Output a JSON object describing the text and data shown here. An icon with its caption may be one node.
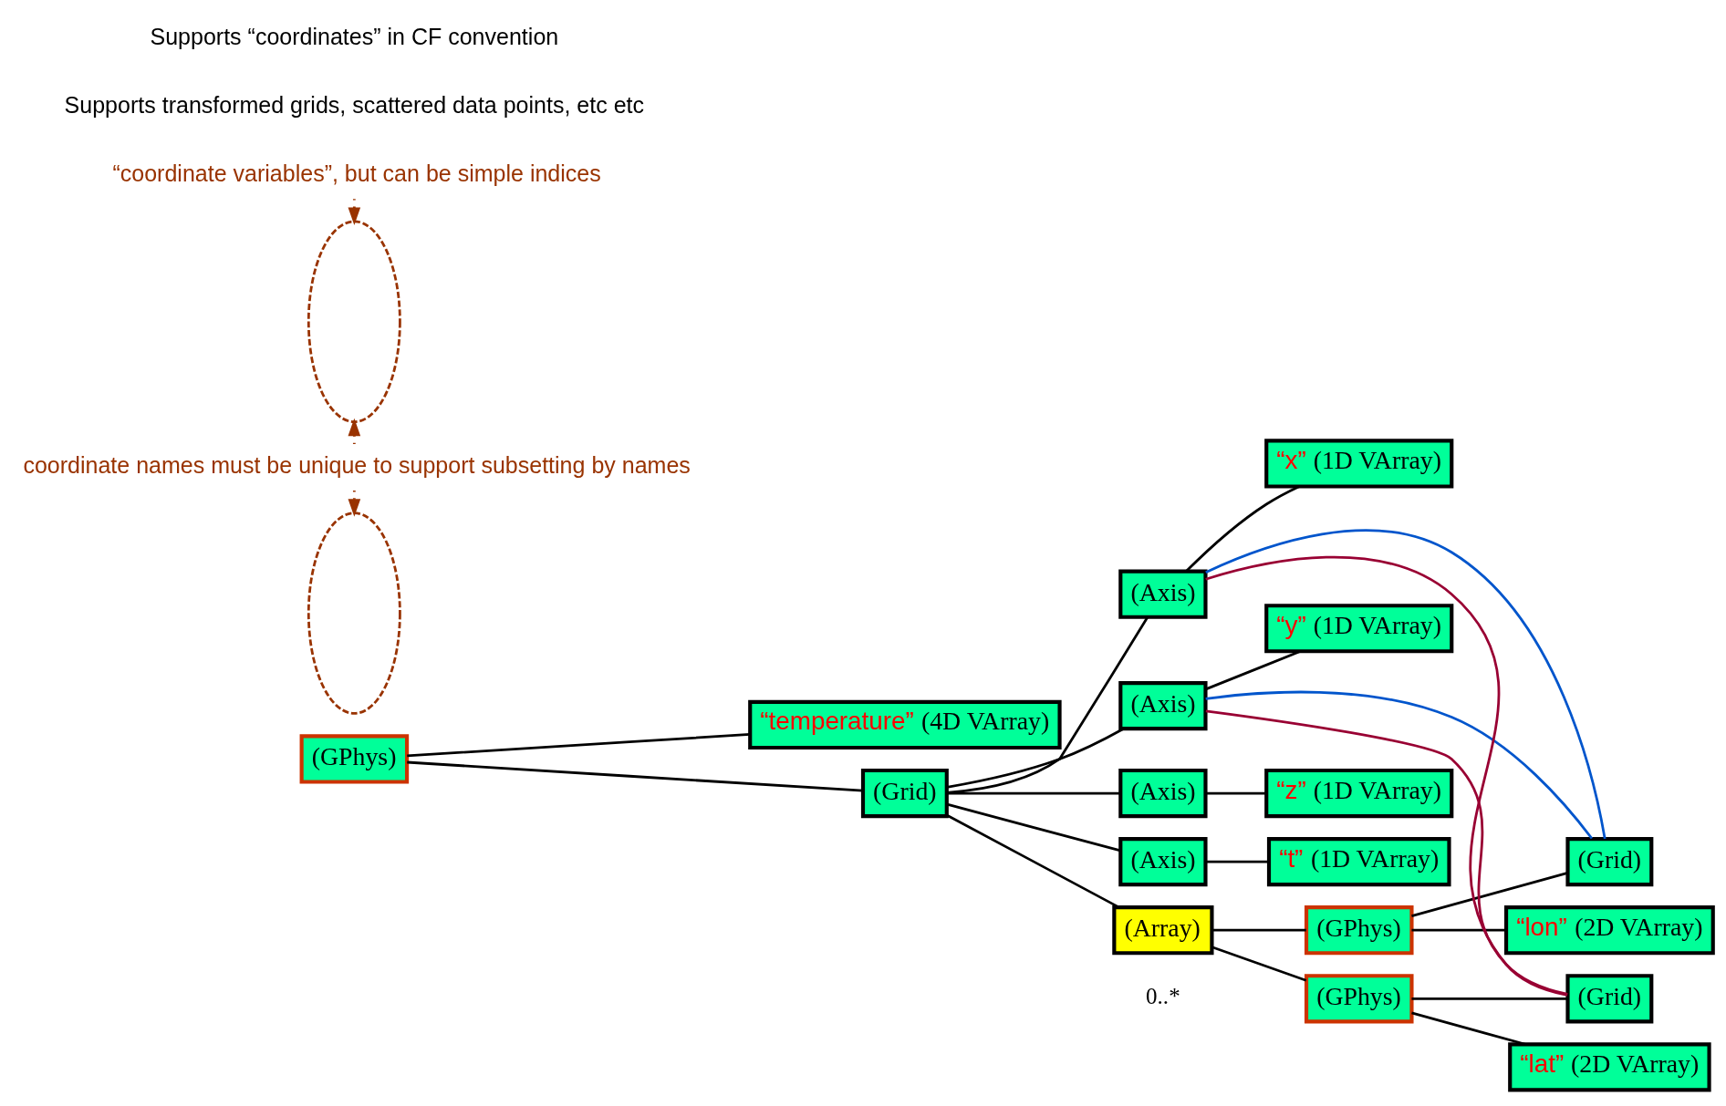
{
  "diagram": {
    "nodes": [
      {
        "text": [
          "(GPhys)"
        ]
      },
      {
        "text": [
          "“temperature” (4D VArray)"
        ]
      },
      {
        "text": [
          "(Grid)"
        ]
      },
      {
        "text": [
          "(Axis)"
        ]
      },
      {
        "text": [
          "“x” (1D VArray)"
        ]
      },
      {
        "text": [
          "(Axis)"
        ]
      },
      {
        "text": [
          "“y” (1D VArray)"
        ]
      },
      {
        "text": [
          "(Axis)"
        ]
      },
      {
        "text": [
          "“z” (1D VArray)"
        ]
      },
      {
        "text": [
          "(Axis)"
        ]
      },
      {
        "text": [
          "“t” (1D VArray)"
        ]
      },
      {
        "text": [
          "(Array)"
        ],
        "beside": [
          "0..*"
        ]
      },
      {
        "text": [
          "(GPhys)"
        ]
      },
      {
        "text": [
          "“lon” (2D VArray)"
        ]
      },
      {
        "text": [
          "(Grid)"
        ]
      },
      {
        "text": [
          "(GPhys)"
        ]
      },
      {
        "text": [
          "“lat” (2D VArray)"
        ]
      },
      {
        "text": [
          "(Grid)"
        ]
      },
      {
        "text": [
          "“coordinate variables”, but can be simple indices"
        ]
      },
      {
        "text": [],
        "shape": "ellipse"
      },
      {
        "text": [
          "coordinate names must be unique to support subsetting by names"
        ]
      },
      {
        "text": [],
        "shape": "ellipse"
      }
    ],
    "edges": [
      {
        "from": 0,
        "to": 1,
        "arrow": "none"
      },
      {
        "from": 0,
        "to": 2,
        "arrow": "none"
      },
      {
        "from": 2,
        "to": 3,
        "arrow": "none"
      },
      {
        "from": 2,
        "to": 5,
        "arrow": "none"
      },
      {
        "from": 2,
        "to": 7,
        "arrow": "none"
      },
      {
        "from": 2,
        "to": 9,
        "arrow": "none"
      },
      {
        "from": 2,
        "to": 11,
        "arrow": "none"
      },
      {
        "from": 3,
        "to": 4,
        "arrow": "none"
      },
      {
        "from": 5,
        "to": 6,
        "arrow": "none"
      },
      {
        "from": 7,
        "to": 8,
        "arrow": "none"
      },
      {
        "from": 9,
        "to": 10,
        "arrow": "none"
      },
      {
        "from": 11,
        "to": 12,
        "arrow": "none"
      },
      {
        "from": 11,
        "to": 15,
        "arrow": "none"
      },
      {
        "from": 12,
        "to": 13,
        "arrow": "none"
      },
      {
        "from": 12,
        "to": 14,
        "arrow": "none"
      },
      {
        "from": 15,
        "to": 16,
        "arrow": "none"
      },
      {
        "from": 15,
        "to": 17,
        "arrow": "none"
      },
      {
        "from": 14,
        "to": 3,
        "arrow": "none",
        "color": "#0055cc"
      },
      {
        "from": 14,
        "to": 5,
        "arrow": "none",
        "color": "#0055cc"
      },
      {
        "from": 17,
        "to": 3,
        "arrow": "none",
        "color": "#990033"
      },
      {
        "from": 17,
        "to": 5,
        "arrow": "none",
        "color": "#990033"
      },
      {
        "from": 18,
        "to": 19,
        "arrow": "to",
        "style": "dashed",
        "color": "#993300"
      },
      {
        "from": 20,
        "to": 19,
        "arrow": "to",
        "style": "dashed",
        "color": "#993300"
      },
      {
        "from": 20,
        "to": 21,
        "arrow": "to",
        "style": "dashed",
        "color": "#993300"
      }
    ],
    "labels": [
      "Supports transformed grids, scattered data points, etc etc",
      "Supports “coordinates” in CF convention"
    ]
  }
}
